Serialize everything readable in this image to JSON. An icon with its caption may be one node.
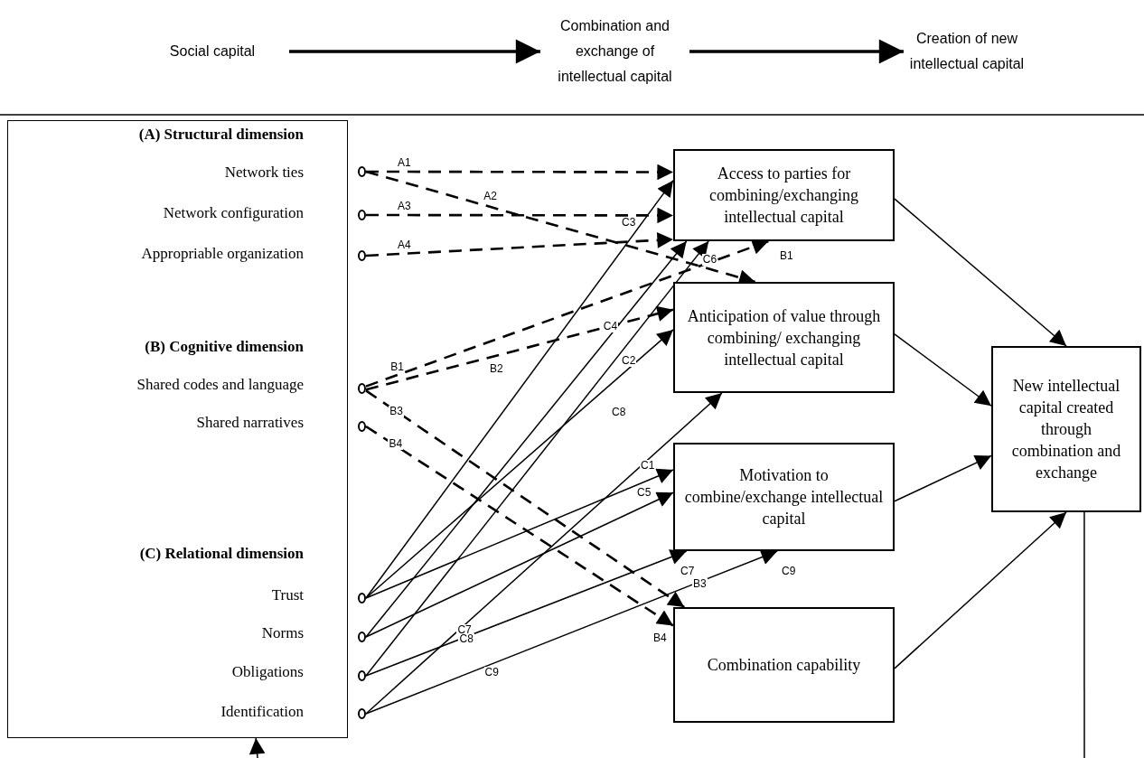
{
  "diagram": {
    "nodes": [
      {
        "text": [
          "Social capital"
        ]
      },
      {
        "text": [
          "Combination and exchange of intellectual capital"
        ]
      },
      {
        "text": [
          "Creation of new intellectual capital"
        ]
      },
      {
        "text": [
          "(A) Structural dimension",
          "Network ties",
          "Network configuration",
          "Appropriable organization",
          "(B) Cognitive dimension",
          "Shared codes and language",
          "Shared narratives",
          "(C) Relational dimension",
          "Trust",
          "Norms",
          "Obligations",
          "Identification"
        ]
      },
      {
        "text": [],
        "shape": "circle"
      },
      {
        "text": [],
        "shape": "circle"
      },
      {
        "text": [],
        "shape": "circle"
      },
      {
        "text": [],
        "shape": "circle"
      },
      {
        "text": [],
        "shape": "circle"
      },
      {
        "text": [],
        "shape": "circle"
      },
      {
        "text": [],
        "shape": "circle"
      },
      {
        "text": [],
        "shape": "circle"
      },
      {
        "text": [],
        "shape": "circle"
      },
      {
        "text": [
          "Access to parties for combining/exchanging intellectual capital"
        ]
      },
      {
        "text": [
          "Anticipation of value through combining/ exchanging intellectual capital"
        ]
      },
      {
        "text": [
          "Motivation to combine/exchange intellectual capital"
        ]
      },
      {
        "text": [
          "Combination capability"
        ]
      },
      {
        "text": [
          "New intellectual capital created through combination and exchange"
        ]
      }
    ],
    "edges": [
      {
        "from": 0,
        "to": 1,
        "arrow": "to",
        "style": "thick"
      },
      {
        "from": 1,
        "to": 2,
        "arrow": "to",
        "style": "thick"
      },
      {
        "from": 4,
        "to": 13,
        "arrow": "to",
        "label": "A1",
        "style": "dashed"
      },
      {
        "from": 4,
        "to": 14,
        "arrow": "to",
        "label": "A2",
        "style": "dashed"
      },
      {
        "from": 5,
        "to": 13,
        "arrow": "to",
        "label": "A3",
        "style": "dashed"
      },
      {
        "from": 6,
        "to": 13,
        "arrow": "to",
        "label": "A4",
        "style": "dashed"
      },
      {
        "from": 7,
        "to": 13,
        "arrow": "to",
        "label": "B1",
        "style": "dashed"
      },
      {
        "from": 7,
        "to": 14,
        "arrow": "to",
        "label": "B2",
        "style": "dashed"
      },
      {
        "from": 7,
        "to": 16,
        "arrow": "to",
        "label": "B3",
        "style": "dashed"
      },
      {
        "from": 8,
        "to": 16,
        "arrow": "to",
        "label": "B4",
        "style": "dashed"
      },
      {
        "from": 9,
        "to": 15,
        "arrow": "to",
        "label": "C1"
      },
      {
        "from": 9,
        "to": 14,
        "arrow": "to",
        "label": "C2"
      },
      {
        "from": 9,
        "to": 13,
        "arrow": "to",
        "label": "C3"
      },
      {
        "from": 10,
        "to": 13,
        "arrow": "to",
        "label": "C4"
      },
      {
        "from": 10,
        "to": 15,
        "arrow": "to",
        "label": "C5"
      },
      {
        "from": 11,
        "to": 13,
        "arrow": "to",
        "label": "C6"
      },
      {
        "from": 11,
        "to": 15,
        "arrow": "to",
        "label": "C7"
      },
      {
        "from": 12,
        "to": 14,
        "arrow": "to",
        "label": "C8"
      },
      {
        "from": 12,
        "to": 15,
        "arrow": "to",
        "label": "C9"
      },
      {
        "from": 13,
        "to": 17,
        "arrow": "to"
      },
      {
        "from": 14,
        "to": 17,
        "arrow": "to"
      },
      {
        "from": 15,
        "to": 17,
        "arrow": "to"
      },
      {
        "from": 16,
        "to": 17,
        "arrow": "to"
      },
      {
        "from": 17,
        "to": null,
        "arrow": "none"
      },
      {
        "from": null,
        "to": 3,
        "arrow": "to"
      }
    ],
    "labels": [
      "B1",
      "B3",
      "B4",
      "C7",
      "C8",
      "C9"
    ]
  }
}
